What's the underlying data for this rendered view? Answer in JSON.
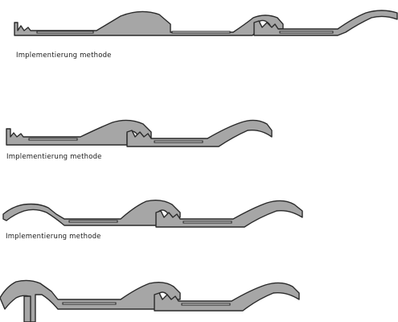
{
  "labels": [
    "Implementierung  methode",
    "Implementierung  methode",
    "Implementierung  methode"
  ],
  "colors": {
    "profile_fill": "#a6a6a6",
    "profile_stroke": "#2a2a2a",
    "background": "#ffffff"
  }
}
